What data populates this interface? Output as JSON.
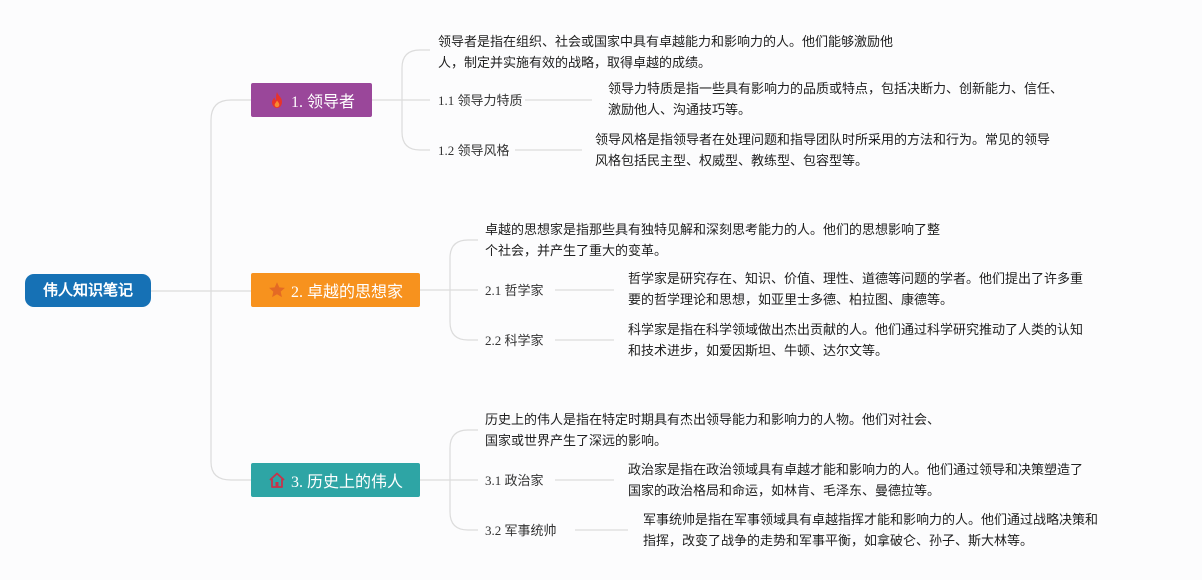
{
  "root": {
    "title": "伟人知识笔记"
  },
  "branches": [
    {
      "title": "1. 领导者",
      "icon": "fire-icon",
      "color": "#9a479a",
      "description": [
        "领导者是指在组织、社会或国家中具有卓越能力和影响力的人。他们能够激励他",
        "人，制定并实施有效的战略，取得卓越的成绩。"
      ],
      "children": [
        {
          "label": "1.1 领导力特质",
          "text": [
            "领导力特质是指一些具有影响力的品质或特点，包括决断力、创新能力、信任、",
            "激励他人、沟通技巧等。"
          ]
        },
        {
          "label": "1.2 领导风格",
          "text": [
            "领导风格是指领导者在处理问题和指导团队时所采用的方法和行为。常见的领导",
            "风格包括民主型、权威型、教练型、包容型等。"
          ]
        }
      ]
    },
    {
      "title": "2. 卓越的思想家",
      "icon": "star-icon",
      "color": "#f7921e",
      "description": [
        "卓越的思想家是指那些具有独特见解和深刻思考能力的人。他们的思想影响了整",
        "个社会，并产生了重大的变革。"
      ],
      "children": [
        {
          "label": "2.1 哲学家",
          "text": [
            "哲学家是研究存在、知识、价值、理性、道德等问题的学者。他们提出了许多重",
            "要的哲学理论和思想，如亚里士多德、柏拉图、康德等。"
          ]
        },
        {
          "label": "2.2 科学家",
          "text": [
            "科学家是指在科学领域做出杰出贡献的人。他们通过科学研究推动了人类的认知",
            "和技术进步，如爱因斯坦、牛顿、达尔文等。"
          ]
        }
      ]
    },
    {
      "title": "3. 历史上的伟人",
      "icon": "home-icon",
      "color": "#2ea5a5",
      "description": [
        "历史上的伟人是指在特定时期具有杰出领导能力和影响力的人物。他们对社会、",
        "国家或世界产生了深远的影响。"
      ],
      "children": [
        {
          "label": "3.1 政治家",
          "text": [
            "政治家是指在政治领域具有卓越才能和影响力的人。他们通过领导和决策塑造了",
            "国家的政治格局和命运，如林肯、毛泽东、曼德拉等。"
          ]
        },
        {
          "label": "3.2 军事统帅",
          "text": [
            "军事统帅是指在军事领域具有卓越指挥才能和影响力的人。他们通过战略决策和",
            "指挥，改变了战争的走势和军事平衡，如拿破仑、孙子、斯大林等。"
          ]
        }
      ]
    }
  ]
}
